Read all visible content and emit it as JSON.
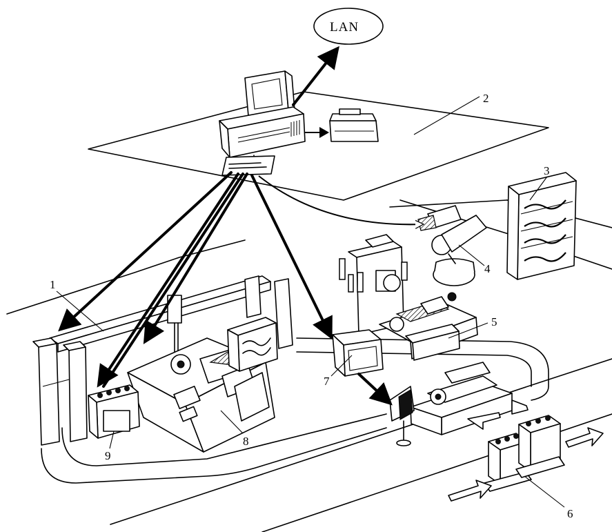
{
  "network": {
    "label": "LAN"
  },
  "callouts": [
    {
      "id": "1",
      "text": "1"
    },
    {
      "id": "2",
      "text": "2"
    },
    {
      "id": "3",
      "text": "3"
    },
    {
      "id": "4",
      "text": "4"
    },
    {
      "id": "5",
      "text": "5"
    },
    {
      "id": "6",
      "text": "6"
    },
    {
      "id": "7",
      "text": "7"
    },
    {
      "id": "8",
      "text": "8"
    },
    {
      "id": "9",
      "text": "9"
    }
  ]
}
